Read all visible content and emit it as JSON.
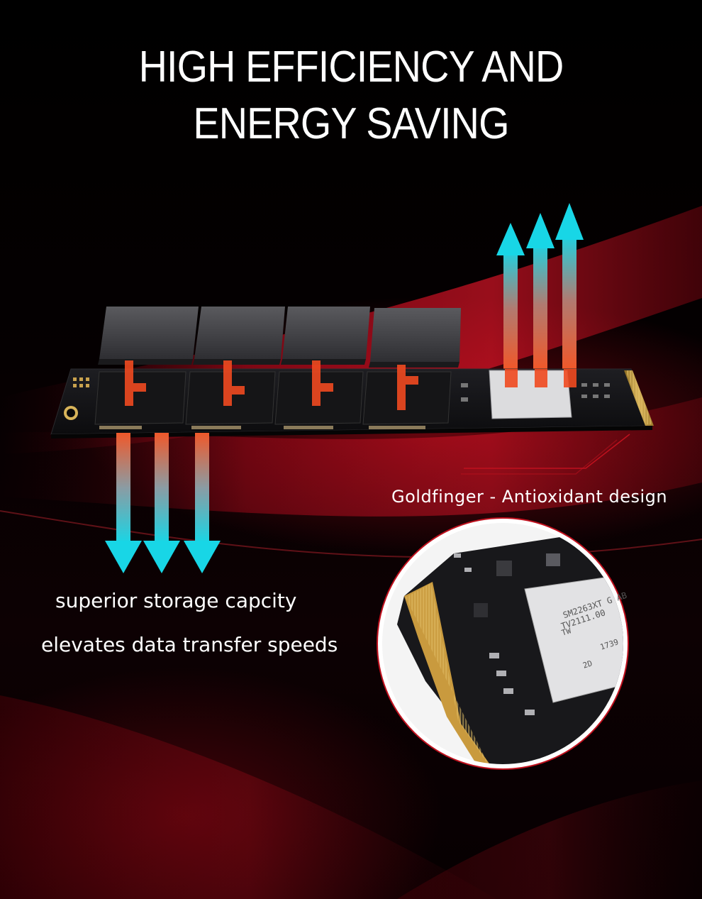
{
  "headline": {
    "line1": "HIGH EFFICIENCY AND",
    "line2": "ENERGY SAVING"
  },
  "captions": {
    "goldfinger": "Goldfinger - Antioxidant design",
    "storage": "superior storage capcity",
    "speed": "elevates data transfer speeds"
  },
  "controller_chip": {
    "model": "SM2263XT G AB",
    "code": "TV2111.00",
    "origin": "TW",
    "date": "1739",
    "rev": "2D"
  },
  "colors": {
    "background": "#000000",
    "accent_red": "#c00a1a",
    "arrow_cyan": "#18d6e6",
    "arrow_orange": "#f0582a",
    "text": "#ffffff"
  },
  "icons": [
    "arrow-up-icon",
    "arrow-down-icon",
    "heat-sink-pad-icon"
  ]
}
